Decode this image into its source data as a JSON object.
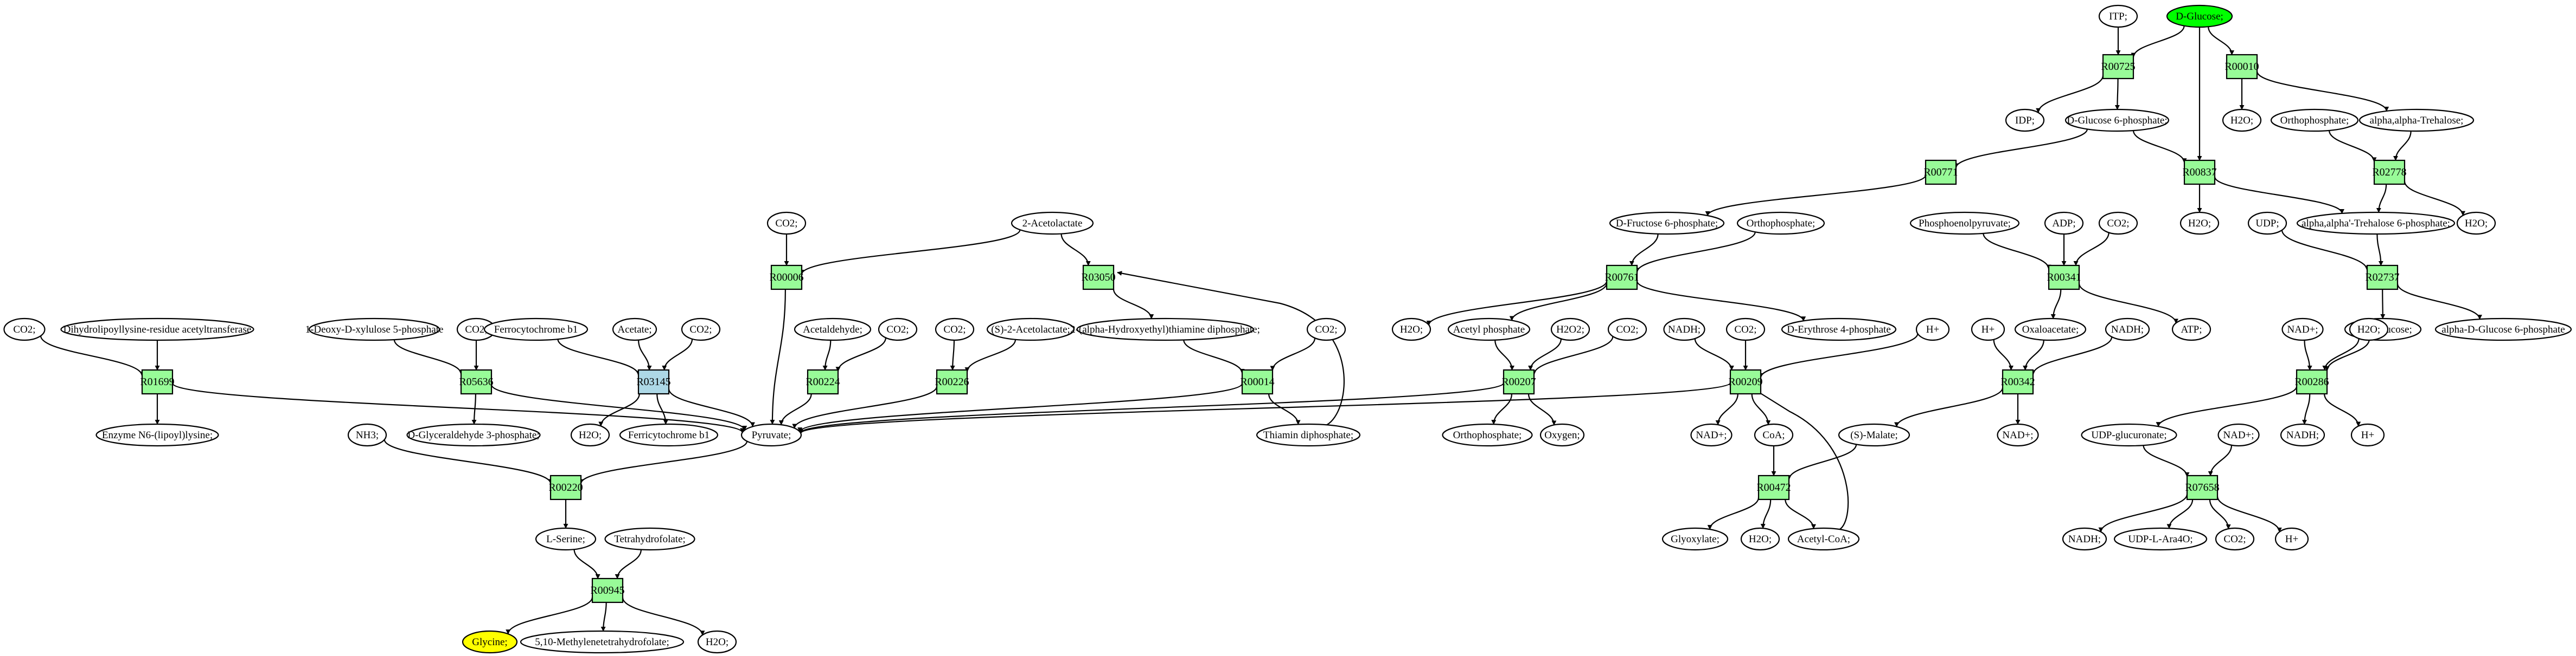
{
  "colors": {
    "reaction": "#98fb98",
    "reaction_highlight": "#add8e6",
    "start": "#00ff00",
    "target": "#ffff00",
    "compound": "#ffffff",
    "stroke": "#000000"
  },
  "reactions": [
    {
      "id": "R00725",
      "label": "R00725"
    },
    {
      "id": "R00010",
      "label": "R00010"
    },
    {
      "id": "R00771",
      "label": "R00771"
    },
    {
      "id": "R00837",
      "label": "R00837"
    },
    {
      "id": "R02778",
      "label": "R02778"
    },
    {
      "id": "R00006",
      "label": "R00006"
    },
    {
      "id": "R03050",
      "label": "R03050"
    },
    {
      "id": "R00761",
      "label": "R00761"
    },
    {
      "id": "R00341",
      "label": "R00341"
    },
    {
      "id": "R02737",
      "label": "R02737"
    },
    {
      "id": "R01699",
      "label": "R01699"
    },
    {
      "id": "R05636",
      "label": "R05636"
    },
    {
      "id": "R03145",
      "label": "R03145",
      "highlight": true
    },
    {
      "id": "R00224",
      "label": "R00224"
    },
    {
      "id": "R00226",
      "label": "R00226"
    },
    {
      "id": "R00014",
      "label": "R00014"
    },
    {
      "id": "R00207",
      "label": "R00207"
    },
    {
      "id": "R00209",
      "label": "R00209"
    },
    {
      "id": "R00342",
      "label": "R00342"
    },
    {
      "id": "R00286",
      "label": "R00286"
    },
    {
      "id": "R00220",
      "label": "R00220"
    },
    {
      "id": "R00472",
      "label": "R00472"
    },
    {
      "id": "R07658",
      "label": "R07658"
    },
    {
      "id": "R00945",
      "label": "R00945"
    }
  ],
  "compounds": [
    {
      "id": "ITP",
      "label": "ITP;"
    },
    {
      "id": "DGlucose",
      "label": "D-Glucose;",
      "role": "start"
    },
    {
      "id": "IDP",
      "label": "IDP;"
    },
    {
      "id": "DG6P",
      "label": "D-Glucose 6-phosphate;"
    },
    {
      "id": "H2O_R00010",
      "label": "H2O;"
    },
    {
      "id": "Ortho_R02778",
      "label": "Orthophosphate;"
    },
    {
      "id": "Trehalose",
      "label": "alpha,alpha-Trehalose;"
    },
    {
      "id": "CO2_R00006",
      "label": "CO2;"
    },
    {
      "id": "Acetolactate",
      "label": "2-Acetolactate"
    },
    {
      "id": "DF6P",
      "label": "D-Fructose 6-phosphate;"
    },
    {
      "id": "Ortho_R00761",
      "label": "Orthophosphate;"
    },
    {
      "id": "H2O_R00837",
      "label": "H2O;"
    },
    {
      "id": "Tre6P",
      "label": "alpha,alpha'-Trehalose 6-phosphate;"
    },
    {
      "id": "H2O_R02778",
      "label": "H2O;"
    },
    {
      "id": "PEP",
      "label": "Phosphoenolpyruvate;"
    },
    {
      "id": "ADP",
      "label": "ADP;"
    },
    {
      "id": "CO2_R00341",
      "label": "CO2;"
    },
    {
      "id": "UDP",
      "label": "UDP;"
    },
    {
      "id": "CO2_R01699",
      "label": "CO2;"
    },
    {
      "id": "DihydroLip",
      "label": "Dihydrolipoyllysine-residue acetyltransferase"
    },
    {
      "id": "DX5P",
      "label": "1-Deoxy-D-xylulose 5-phosphate"
    },
    {
      "id": "CO2_R05636",
      "label": "CO2;"
    },
    {
      "id": "FerroB1",
      "label": "Ferrocytochrome b1"
    },
    {
      "id": "Acetate",
      "label": "Acetate;"
    },
    {
      "id": "CO2_R03145",
      "label": "CO2;"
    },
    {
      "id": "Acetaldehyde",
      "label": "Acetaldehyde;"
    },
    {
      "id": "CO2_R00224",
      "label": "CO2;"
    },
    {
      "id": "CO2_R00226",
      "label": "CO2;"
    },
    {
      "id": "S2Acetolactate",
      "label": "(S)-2-Acetolactate;"
    },
    {
      "id": "HETPP",
      "label": "2-(alpha-Hydroxyethyl)thiamine diphosphate;"
    },
    {
      "id": "CO2_R00014",
      "label": "CO2;"
    },
    {
      "id": "H2O_R00761",
      "label": "H2O;"
    },
    {
      "id": "AcetylP",
      "label": "Acetyl phosphate"
    },
    {
      "id": "H2O2",
      "label": "H2O2;"
    },
    {
      "id": "CO2_R00207",
      "label": "CO2;"
    },
    {
      "id": "NADH_R00209",
      "label": "NADH;"
    },
    {
      "id": "CO2_R00209",
      "label": "CO2;"
    },
    {
      "id": "E4P",
      "label": "D-Erythrose 4-phosphate"
    },
    {
      "id": "Hplus_R00209",
      "label": "H+"
    },
    {
      "id": "Hplus_R00342",
      "label": "H+"
    },
    {
      "id": "Oxaloacetate",
      "label": "Oxaloacetate;"
    },
    {
      "id": "NADH_R00342",
      "label": "NADH;"
    },
    {
      "id": "ATP",
      "label": "ATP;"
    },
    {
      "id": "UDPGlc",
      "label": "UDP-glucose;"
    },
    {
      "id": "aDG6P",
      "label": "alpha-D-Glucose 6-phosphate"
    },
    {
      "id": "NADplus_R00286",
      "label": "NAD+;"
    },
    {
      "id": "H2O_R00286",
      "label": "H2O;"
    },
    {
      "id": "EnzLip",
      "label": "Enzyme N6-(lipoyl)lysine;"
    },
    {
      "id": "NH3",
      "label": "NH3;"
    },
    {
      "id": "DGA3P",
      "label": "D-Glyceraldehyde 3-phosphate;"
    },
    {
      "id": "H2O_R03145",
      "label": "H2O;"
    },
    {
      "id": "FerriB1",
      "label": "Ferricytochrome b1"
    },
    {
      "id": "Pyruvate",
      "label": "Pyruvate;"
    },
    {
      "id": "TPP",
      "label": "Thiamin diphosphate;"
    },
    {
      "id": "Ortho_R00207",
      "label": "Orthophosphate;"
    },
    {
      "id": "Oxygen",
      "label": "Oxygen;"
    },
    {
      "id": "NADplus_R00209",
      "label": "NAD+;"
    },
    {
      "id": "CoA",
      "label": "CoA;"
    },
    {
      "id": "SMalate",
      "label": "(S)-Malate;"
    },
    {
      "id": "NADplus_R00342",
      "label": "NAD+;"
    },
    {
      "id": "UDPGlcA",
      "label": "UDP-glucuronate;"
    },
    {
      "id": "NADplus_R07658",
      "label": "NAD+;"
    },
    {
      "id": "NADH_R00286",
      "label": "NADH;"
    },
    {
      "id": "Hplus_R00286",
      "label": "H+"
    },
    {
      "id": "LSerine",
      "label": "L-Serine;"
    },
    {
      "id": "THF",
      "label": "Tetrahydrofolate;"
    },
    {
      "id": "Glyoxylate",
      "label": "Glyoxylate;"
    },
    {
      "id": "H2O_R00472",
      "label": "H2O;"
    },
    {
      "id": "AcCoA",
      "label": "Acetyl-CoA;"
    },
    {
      "id": "NADH_R07658",
      "label": "NADH;"
    },
    {
      "id": "UDPAra4O",
      "label": "UDP-L-Ara4O;"
    },
    {
      "id": "CO2_R07658",
      "label": "CO2;"
    },
    {
      "id": "Hplus_R07658",
      "label": "H+"
    },
    {
      "id": "Glycine",
      "label": "Glycine;",
      "role": "target"
    },
    {
      "id": "MTHF",
      "label": "5,10-Methylenetetrahydrofolate;"
    },
    {
      "id": "H2O_R00945",
      "label": "H2O;"
    }
  ],
  "edges": [
    [
      "ITP",
      "R00725"
    ],
    [
      "DGlucose",
      "R00725"
    ],
    [
      "DGlucose",
      "R00010"
    ],
    [
      "DGlucose",
      "R00837"
    ],
    [
      "R00725",
      "IDP"
    ],
    [
      "R00725",
      "DG6P"
    ],
    [
      "R00010",
      "H2O_R00010"
    ],
    [
      "R00010",
      "Trehalose"
    ],
    [
      "DG6P",
      "R00771"
    ],
    [
      "DG6P",
      "R00837"
    ],
    [
      "Ortho_R02778",
      "R02778"
    ],
    [
      "Trehalose",
      "R02778"
    ],
    [
      "CO2_R00006",
      "R00006"
    ],
    [
      "Acetolactate",
      "R00006"
    ],
    [
      "Acetolactate",
      "R03050"
    ],
    [
      "R00771",
      "DF6P"
    ],
    [
      "DF6P",
      "R00761"
    ],
    [
      "Ortho_R00761",
      "R00761"
    ],
    [
      "R00837",
      "H2O_R00837"
    ],
    [
      "R00837",
      "Tre6P"
    ],
    [
      "R02778",
      "Tre6P"
    ],
    [
      "R02778",
      "H2O_R02778"
    ],
    [
      "PEP",
      "R00341"
    ],
    [
      "ADP",
      "R00341"
    ],
    [
      "CO2_R00341",
      "R00341"
    ],
    [
      "Tre6P",
      "R02737"
    ],
    [
      "UDP",
      "R02737"
    ],
    [
      "CO2_R01699",
      "R01699"
    ],
    [
      "DihydroLip",
      "R01699"
    ],
    [
      "DX5P",
      "R05636"
    ],
    [
      "CO2_R05636",
      "R05636"
    ],
    [
      "FerroB1",
      "R03145"
    ],
    [
      "Acetate",
      "R03145"
    ],
    [
      "CO2_R03145",
      "R03145"
    ],
    [
      "Acetaldehyde",
      "R00224"
    ],
    [
      "CO2_R00224",
      "R00224"
    ],
    [
      "CO2_R00226",
      "R00226"
    ],
    [
      "S2Acetolactate",
      "R00226"
    ],
    [
      "R03050",
      "HETPP"
    ],
    [
      "HETPP",
      "R00014"
    ],
    [
      "CO2_R00014",
      "R00014"
    ],
    [
      "R00761",
      "H2O_R00761"
    ],
    [
      "R00761",
      "AcetylP"
    ],
    [
      "R00761",
      "E4P"
    ],
    [
      "AcetylP",
      "R00207"
    ],
    [
      "H2O2",
      "R00207"
    ],
    [
      "CO2_R00207",
      "R00207"
    ],
    [
      "NADH_R00209",
      "R00209"
    ],
    [
      "CO2_R00209",
      "R00209"
    ],
    [
      "Hplus_R00209",
      "R00209"
    ],
    [
      "R00341",
      "Oxaloacetate"
    ],
    [
      "R00341",
      "ATP"
    ],
    [
      "Hplus_R00342",
      "R00342"
    ],
    [
      "Oxaloacetate",
      "R00342"
    ],
    [
      "NADH_R00342",
      "R00342"
    ],
    [
      "R02737",
      "UDPGlc"
    ],
    [
      "R02737",
      "aDG6P"
    ],
    [
      "UDPGlc",
      "R00286"
    ],
    [
      "NADplus_R00286",
      "R00286"
    ],
    [
      "H2O_R00286",
      "R00286"
    ],
    [
      "R01699",
      "EnzLip"
    ],
    [
      "R01699",
      "Pyruvate"
    ],
    [
      "R05636",
      "DGA3P"
    ],
    [
      "R05636",
      "Pyruvate"
    ],
    [
      "R03145",
      "H2O_R03145"
    ],
    [
      "R03145",
      "FerriB1"
    ],
    [
      "R03145",
      "Pyruvate"
    ],
    [
      "R00006",
      "Pyruvate"
    ],
    [
      "R00224",
      "Pyruvate"
    ],
    [
      "R00226",
      "Pyruvate"
    ],
    [
      "R00014",
      "Pyruvate"
    ],
    [
      "R00014",
      "TPP"
    ],
    [
      "TPP",
      "R03050"
    ],
    [
      "R00207",
      "Pyruvate"
    ],
    [
      "R00207",
      "Ortho_R00207"
    ],
    [
      "R00207",
      "Oxygen"
    ],
    [
      "R00209",
      "Pyruvate"
    ],
    [
      "R00209",
      "NADplus_R00209"
    ],
    [
      "R00209",
      "CoA"
    ],
    [
      "R00342",
      "SMalate"
    ],
    [
      "R00342",
      "NADplus_R00342"
    ],
    [
      "R00286",
      "UDPGlcA"
    ],
    [
      "R00286",
      "NADH_R00286"
    ],
    [
      "R00286",
      "Hplus_R00286"
    ],
    [
      "NH3",
      "R00220"
    ],
    [
      "Pyruvate",
      "R00220"
    ],
    [
      "CoA",
      "R00472"
    ],
    [
      "SMalate",
      "R00472"
    ],
    [
      "AcCoA",
      "R00209"
    ],
    [
      "UDPGlcA",
      "R07658"
    ],
    [
      "NADplus_R07658",
      "R07658"
    ],
    [
      "R00220",
      "LSerine"
    ],
    [
      "R00472",
      "Glyoxylate"
    ],
    [
      "R00472",
      "H2O_R00472"
    ],
    [
      "R00472",
      "AcCoA"
    ],
    [
      "R07658",
      "NADH_R07658"
    ],
    [
      "R07658",
      "UDPAra4O"
    ],
    [
      "R07658",
      "CO2_R07658"
    ],
    [
      "R07658",
      "Hplus_R07658"
    ],
    [
      "LSerine",
      "R00945"
    ],
    [
      "THF",
      "R00945"
    ],
    [
      "R00945",
      "Glycine"
    ],
    [
      "R00945",
      "MTHF"
    ],
    [
      "R00945",
      "H2O_R00945"
    ]
  ]
}
